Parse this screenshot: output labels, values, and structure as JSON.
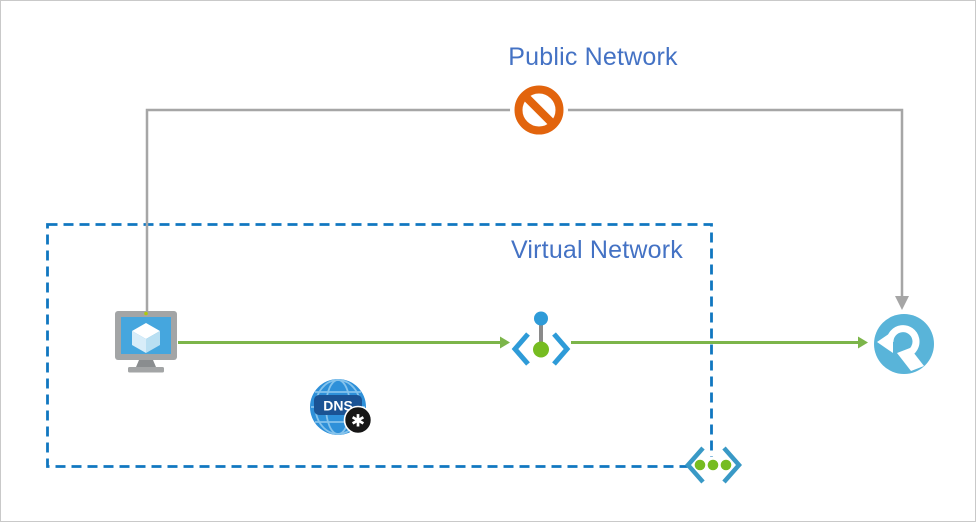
{
  "labels": {
    "public_network": "Public Network",
    "virtual_network": "Virtual Network"
  },
  "dns": {
    "text": "DNS",
    "badge_glyph": "✱"
  },
  "colors": {
    "label_text": "#4472C4",
    "vnet_border_blue": "#1177C0",
    "flow_green": "#7CB54A",
    "dot_green": "#76BC21",
    "line_gray": "#A6A6A6",
    "blocked_orange": "#E2640D",
    "endpoint_blue": "#2E9BD8",
    "relay_blue": "#59B4D9",
    "dns_globe_blue": "#2E90D9",
    "dns_band_blue": "#1B5394",
    "vm_screen_blue": "#45A6DE"
  },
  "nodes": [
    {
      "name": "virtual-machine-icon",
      "meaning": "Virtual machine inside the virtual network"
    },
    {
      "name": "private-endpoint-icon",
      "meaning": "Private endpoint"
    },
    {
      "name": "private-dns-zone-icon",
      "meaning": "Private DNS zone"
    },
    {
      "name": "relay-icon",
      "meaning": "Azure Relay service"
    },
    {
      "name": "virtual-network-icon",
      "meaning": "Virtual network (on boundary corner)"
    },
    {
      "name": "no-public-access-icon",
      "meaning": "Public network path blocked"
    }
  ]
}
